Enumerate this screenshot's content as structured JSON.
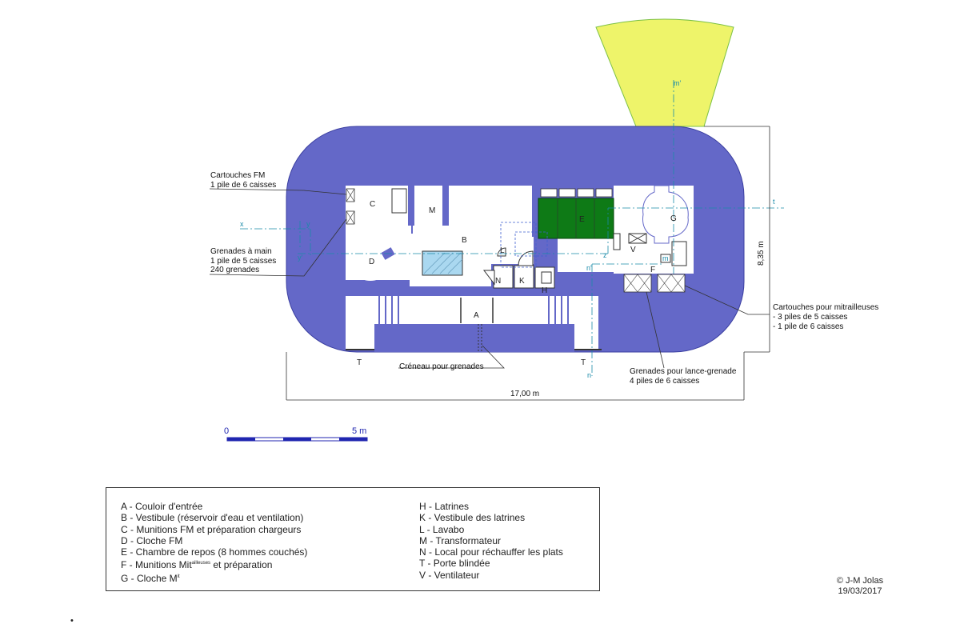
{
  "diagram": {
    "annotations": {
      "cartouches_fm": [
        "Cartouches FM",
        "1 pile de 6 caisses"
      ],
      "grenades_main": [
        "Grenades à main",
        "1 pile de 5 caisses",
        "240 grenades"
      ],
      "cartouches_mit": [
        "Cartouches pour mitrailleuses",
        "- 3 piles de 5 caisses",
        "- 1 pile de 6 caisses"
      ],
      "grenades_lance": [
        "Grenades pour lance-grenade",
        "4 piles de 6 caisses"
      ],
      "creneau": "Créneau pour grenades"
    },
    "dimensions": {
      "width": "17,00 m",
      "depth": "8,35 m"
    },
    "scale": {
      "start": "0",
      "end": "5 m"
    },
    "rooms": {
      "A": "A",
      "B": "B",
      "C": "C",
      "D": "D",
      "E": "E",
      "F": "F",
      "G": "G",
      "H": "H",
      "K": "K",
      "L": "L",
      "M": "M",
      "N": "N",
      "T1": "T",
      "T2": "T",
      "V": "V"
    },
    "axes": {
      "x": "x",
      "y": "y",
      "y2": "y'",
      "z": "z",
      "t": "t",
      "m": "m",
      "m_prime": "m'",
      "n": "n",
      "n_prime": "n'"
    }
  },
  "legend": {
    "left": [
      "A - Couloir d'entrée",
      "B - Vestibule (réservoir d'eau et ventilation)",
      "C - Munitions FM et préparation chargeurs",
      "D - Cloche FM",
      "E - Chambre de repos (8 hommes couchés)",
      "F - Munitions Mit",
      "G - Cloche M"
    ],
    "left_sup": {
      "f": "ailleuses",
      "g": "it"
    },
    "left_suffix": {
      "f": " et préparation"
    },
    "right": [
      "H - Latrines",
      "K - Vestibule des latrines",
      "L - Lavabo",
      "M - Transformateur",
      "N - Local pour réchauffer les plats",
      "T - Porte blindée",
      "V - Ventilateur"
    ]
  },
  "credit": {
    "author": "© J-M  Jolas",
    "date": "19/03/2017"
  },
  "colors": {
    "concrete": "#6468c8",
    "rest_room": "#0e7a16",
    "sector": "#eef46a",
    "axis": "#1a8aa8"
  }
}
